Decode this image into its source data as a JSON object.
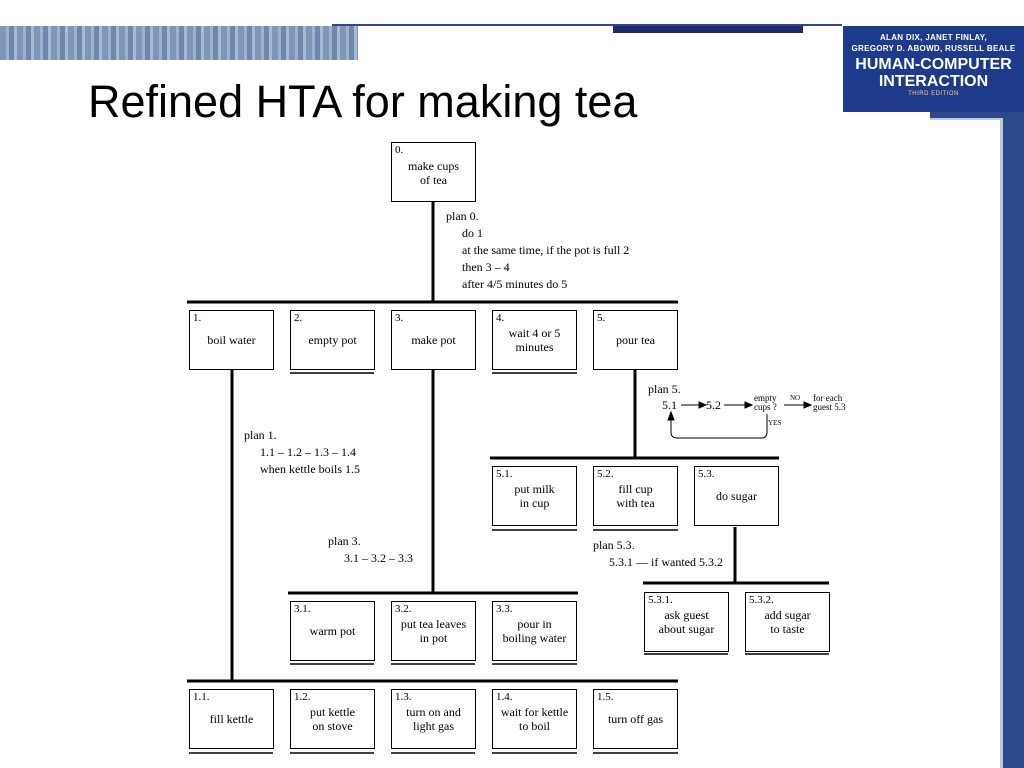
{
  "slide": {
    "title": "Refined HTA for making tea"
  },
  "book": {
    "authors_line1": "ALAN DIX, JANET FINLAY,",
    "authors_line2": "GREGORY D. ABOWD, RUSSELL BEALE",
    "title_line1": "HUMAN-COMPUTER",
    "title_line2": "INTERACTION",
    "edition": "THIRD EDITION"
  },
  "tasks": {
    "t0": {
      "num": "0.",
      "label_1": "make cups",
      "label_2": "of tea"
    },
    "t1": {
      "num": "1.",
      "label_1": "boil water"
    },
    "t2": {
      "num": "2.",
      "label_1": "empty pot"
    },
    "t3": {
      "num": "3.",
      "label_1": "make pot"
    },
    "t4": {
      "num": "4.",
      "label_1": "wait 4 or 5",
      "label_2": "minutes"
    },
    "t5": {
      "num": "5.",
      "label_1": "pour tea"
    },
    "t51": {
      "num": "5.1.",
      "label_1": "put milk",
      "label_2": "in cup"
    },
    "t52": {
      "num": "5.2.",
      "label_1": "fill cup",
      "label_2": "with tea"
    },
    "t53": {
      "num": "5.3.",
      "label_1": "do sugar"
    },
    "t531": {
      "num": "5.3.1.",
      "label_1": "ask guest",
      "label_2": "about sugar"
    },
    "t532": {
      "num": "5.3.2.",
      "label_1": "add sugar",
      "label_2": "to taste"
    },
    "t31": {
      "num": "3.1.",
      "label_1": "warm pot"
    },
    "t32": {
      "num": "3.2.",
      "label_1": "put tea leaves",
      "label_2": "in pot"
    },
    "t33": {
      "num": "3.3.",
      "label_1": "pour in",
      "label_2": "boiling water"
    },
    "t11": {
      "num": "1.1.",
      "label_1": "fill kettle"
    },
    "t12": {
      "num": "1.2.",
      "label_1": "put kettle",
      "label_2": "on stove"
    },
    "t13": {
      "num": "1.3.",
      "label_1": "turn on and",
      "label_2": "light gas"
    },
    "t14": {
      "num": "1.4.",
      "label_1": "wait for kettle",
      "label_2": "to boil"
    },
    "t15": {
      "num": "1.5.",
      "label_1": "turn off gas"
    }
  },
  "plans": {
    "p0": {
      "title": "plan 0.",
      "line_1": "do 1",
      "line_2": "at the same time, if the pot is full 2",
      "line_3": "then 3 – 4",
      "line_4": "after 4/5 minutes do 5"
    },
    "p1": {
      "title": "plan 1.",
      "line_1": "1.1 – 1.2 – 1.3 – 1.4",
      "line_2": "when kettle boils  1.5"
    },
    "p3": {
      "title": "plan 3.",
      "line_1": "3.1 – 3.2 – 3.3"
    },
    "p5": {
      "title": "plan 5.",
      "step_1": "5.1",
      "step_2": "5.2",
      "q1": "empty",
      "q2": "cups ?",
      "no": "NO",
      "r1": "for each",
      "r2": "guest 5.3",
      "yes": "YES"
    },
    "p53": {
      "title": "plan 5.3.",
      "line_1": "5.3.1 — if wanted 5.3.2"
    }
  }
}
